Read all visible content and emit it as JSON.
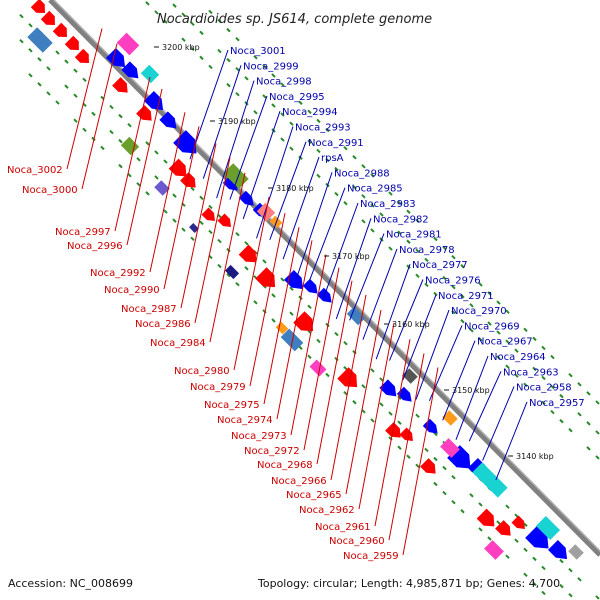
{
  "header": {
    "title": "Nocardioides sp. JS614, complete genome"
  },
  "footer": {
    "accession": "Accession: NC_008699",
    "summary": "Topology: circular; Length: 4,985,871 bp; Genes: 4,700"
  },
  "colors": {
    "forward": "#ff0000",
    "reverse": "#0000ff",
    "backbone": "#808080",
    "orf_marks": "#2a8a2a",
    "label_forward": "#cc0000",
    "label_reverse": "#0000aa"
  },
  "ticks": [
    "3200 kbp",
    "3190 kbp",
    "3180 kbp",
    "3170 kbp",
    "3160 kbp",
    "3150 kbp",
    "3140 kbp"
  ],
  "labels_reverse": [
    "Noca_3001",
    "Noca_2999",
    "Noca_2998",
    "Noca_2995",
    "Noca_2994",
    "Noca_2993",
    "Noca_2991",
    "rpsA",
    "Noca_2988",
    "Noca_2985",
    "Noca_2983",
    "Noca_2982",
    "Noca_2981",
    "Noca_2978",
    "Noca_2977",
    "Noca_2976",
    "Noca_2971",
    "Noca_2970",
    "Noca_2969",
    "Noca_2967",
    "Noca_2964",
    "Noca_2963",
    "Noca_2958",
    "Noca_2957"
  ],
  "labels_forward": [
    "Noca_3002",
    "Noca_3000",
    "Noca_2997",
    "Noca_2996",
    "Noca_2992",
    "Noca_2990",
    "Noca_2987",
    "Noca_2986",
    "Noca_2984",
    "Noca_2980",
    "Noca_2979",
    "Noca_2975",
    "Noca_2974",
    "Noca_2973",
    "Noca_2972",
    "Noca_2968",
    "Noca_2966",
    "Noca_2965",
    "Noca_2962",
    "Noca_2961",
    "Noca_2960",
    "Noca_2959"
  ]
}
